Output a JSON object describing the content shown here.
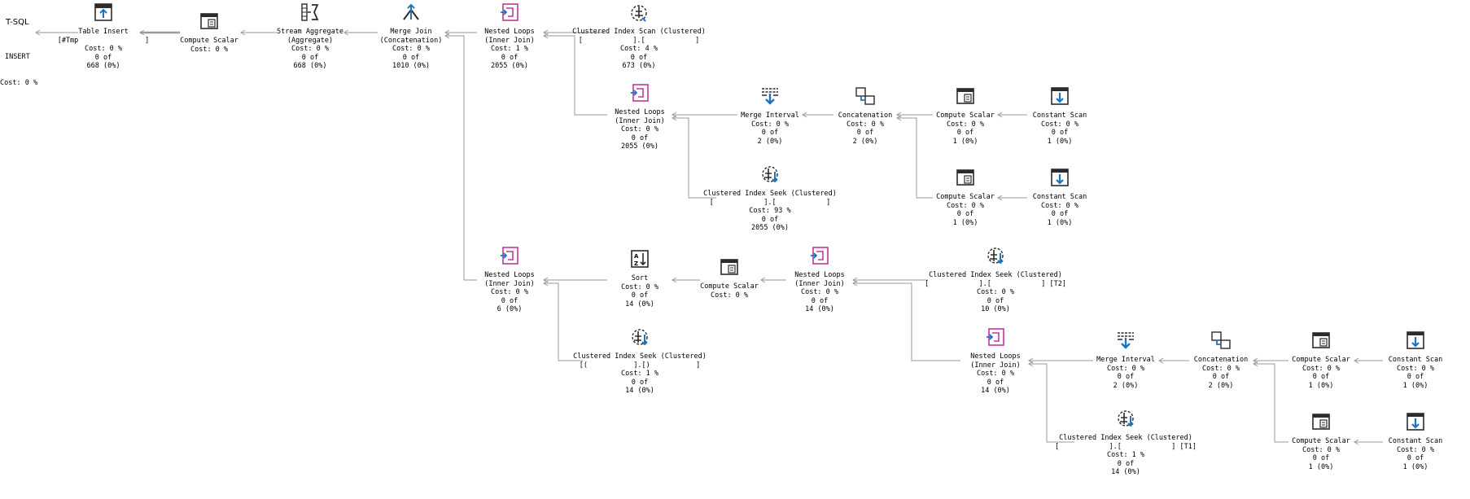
{
  "root": {
    "label": "T-SQL",
    "lines": [
      "INSERT",
      "Cost: 0 %"
    ]
  },
  "operators": [
    {
      "id": "table-insert",
      "icon": "table-insert-icon",
      "lines": [
        "Table Insert",
        "[#Tmp                ]",
        "Cost: 0 %",
        "0 of",
        "668 (0%)"
      ]
    },
    {
      "id": "compute-scalar-1",
      "icon": "compute-scalar-icon",
      "lines": [
        "Compute Scalar",
        "Cost: 0 %"
      ]
    },
    {
      "id": "stream-aggregate",
      "icon": "stream-aggregate-icon",
      "lines": [
        "Stream Aggregate",
        "(Aggregate)",
        "Cost: 0 %",
        "0 of",
        "668 (0%)"
      ]
    },
    {
      "id": "merge-join",
      "icon": "merge-join-icon",
      "lines": [
        "Merge Join",
        "(Concatenation)",
        "Cost: 0 %",
        "0 of",
        "1010 (0%)"
      ]
    },
    {
      "id": "nested-loops-1",
      "icon": "nested-loops-icon",
      "lines": [
        "Nested Loops",
        "(Inner Join)",
        "Cost: 1 %",
        "0 of",
        "2055 (0%)"
      ]
    },
    {
      "id": "clustered-index-scan",
      "icon": "clustered-index-scan-icon",
      "lines": [
        "Clustered Index Scan (Clustered)",
        "[            ].[            ]",
        "Cost: 4 %",
        "0 of",
        "673 (0%)"
      ]
    },
    {
      "id": "nested-loops-2",
      "icon": "nested-loops-icon",
      "lines": [
        "Nested Loops",
        "(Inner Join)",
        "Cost: 0 %",
        "0 of",
        "2055 (0%)"
      ]
    },
    {
      "id": "merge-interval-1",
      "icon": "merge-interval-icon",
      "lines": [
        "Merge Interval",
        "Cost: 0 %",
        "0 of",
        "2 (0%)"
      ]
    },
    {
      "id": "concatenation-1",
      "icon": "concatenation-icon",
      "lines": [
        "Concatenation",
        "Cost: 0 %",
        "0 of",
        "2 (0%)"
      ]
    },
    {
      "id": "compute-scalar-2",
      "icon": "compute-scalar-icon",
      "lines": [
        "Compute Scalar",
        "Cost: 0 %",
        "0 of",
        "1 (0%)"
      ]
    },
    {
      "id": "constant-scan-1",
      "icon": "constant-scan-icon",
      "lines": [
        "Constant Scan",
        "Cost: 0 %",
        "0 of",
        "1 (0%)"
      ]
    },
    {
      "id": "clustered-index-seek-1",
      "icon": "clustered-index-seek-icon",
      "lines": [
        "Clustered Index Seek (Clustered)",
        "[            ].[            ]",
        "Cost: 93 %",
        "0 of",
        "2055 (0%)"
      ]
    },
    {
      "id": "compute-scalar-3",
      "icon": "compute-scalar-icon",
      "lines": [
        "Compute Scalar",
        "Cost: 0 %",
        "0 of",
        "1 (0%)"
      ]
    },
    {
      "id": "constant-scan-2",
      "icon": "constant-scan-icon",
      "lines": [
        "Constant Scan",
        "Cost: 0 %",
        "0 of",
        "1 (0%)"
      ]
    },
    {
      "id": "nested-loops-3",
      "icon": "nested-loops-icon",
      "lines": [
        "Nested Loops",
        "(Inner Join)",
        "Cost: 0 %",
        "0 of",
        "6 (0%)"
      ]
    },
    {
      "id": "sort",
      "icon": "sort-icon",
      "lines": [
        "Sort",
        "Cost: 0 %",
        "0 of",
        "14 (0%)"
      ]
    },
    {
      "id": "compute-scalar-4",
      "icon": "compute-scalar-icon",
      "lines": [
        "Compute Scalar",
        "Cost: 0 %"
      ]
    },
    {
      "id": "nested-loops-4",
      "icon": "nested-loops-icon",
      "lines": [
        "Nested Loops",
        "(Inner Join)",
        "Cost: 0 %",
        "0 of",
        "14 (0%)"
      ]
    },
    {
      "id": "clustered-index-seek-2",
      "icon": "clustered-index-seek-icon",
      "lines": [
        "Clustered Index Seek (Clustered)",
        "[            ].[            ] [T2]",
        "Cost: 0 %",
        "0 of",
        "10 (0%)"
      ]
    },
    {
      "id": "clustered-index-seek-3",
      "icon": "clustered-index-seek-icon",
      "lines": [
        "Clustered Index Seek (Clustered)",
        "[(           ].[)           ]",
        "Cost: 1 %",
        "0 of",
        "14 (0%)"
      ]
    },
    {
      "id": "nested-loops-5",
      "icon": "nested-loops-icon",
      "lines": [
        "Nested Loops",
        "(Inner Join)",
        "Cost: 0 %",
        "0 of",
        "14 (0%)"
      ]
    },
    {
      "id": "merge-interval-2",
      "icon": "merge-interval-icon",
      "lines": [
        "Merge Interval",
        "Cost: 0 %",
        "0 of",
        "2 (0%)"
      ]
    },
    {
      "id": "concatenation-2",
      "icon": "concatenation-icon",
      "lines": [
        "Concatenation",
        "Cost: 0 %",
        "0 of",
        "2 (0%)"
      ]
    },
    {
      "id": "compute-scalar-5",
      "icon": "compute-scalar-icon",
      "lines": [
        "Compute Scalar",
        "Cost: 0 %",
        "0 of",
        "1 (0%)"
      ]
    },
    {
      "id": "constant-scan-3",
      "icon": "constant-scan-icon",
      "lines": [
        "Constant Scan",
        "Cost: 0 %",
        "0 of",
        "1 (0%)"
      ]
    },
    {
      "id": "clustered-index-seek-4",
      "icon": "clustered-index-seek-icon",
      "lines": [
        "Clustered Index Seek (Clustered)",
        "[            ].[            ] [T1]",
        "Cost: 1 %",
        "0 of",
        "14 (0%)"
      ]
    },
    {
      "id": "compute-scalar-6",
      "icon": "compute-scalar-icon",
      "lines": [
        "Compute Scalar",
        "Cost: 0 %",
        "0 of",
        "1 (0%)"
      ]
    },
    {
      "id": "constant-scan-4",
      "icon": "constant-scan-icon",
      "lines": [
        "Constant Scan",
        "Cost: 0 %",
        "0 of",
        "1 (0%)"
      ]
    }
  ],
  "colors": {
    "icon_blue": "#1e73be",
    "icon_magenta": "#c2389a",
    "icon_dark": "#2b2b2b",
    "edge": "#9a9a9a"
  }
}
